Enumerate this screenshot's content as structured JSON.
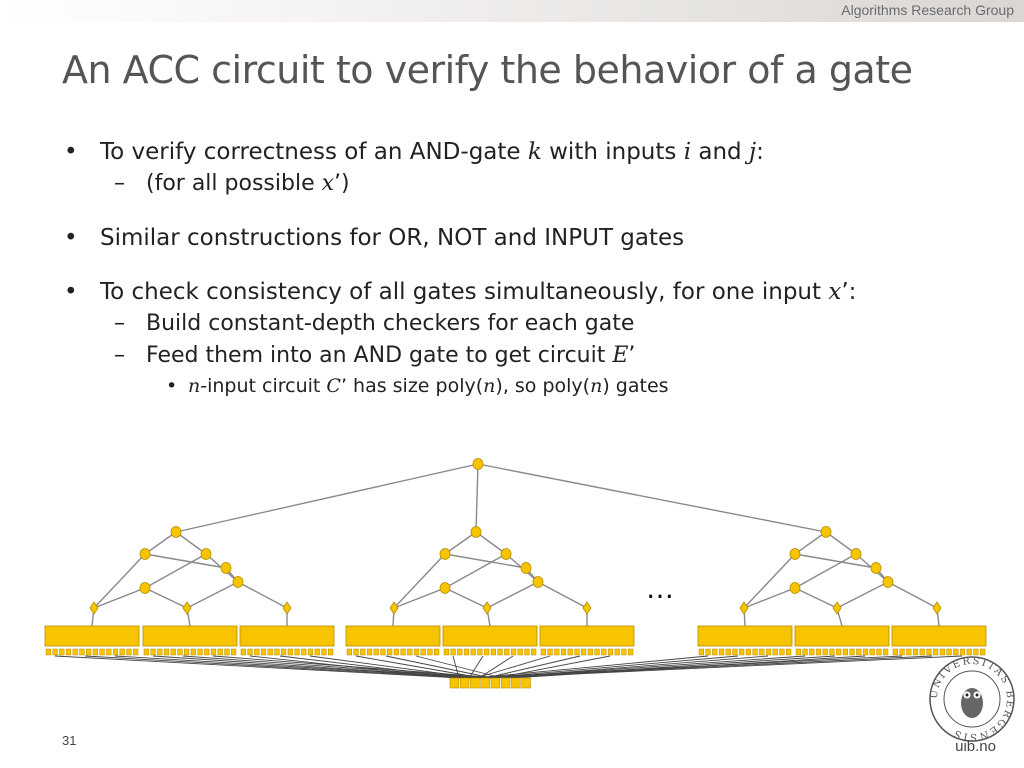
{
  "header": {
    "group": "Algorithms Research Group",
    "title": "An ACC circuit to verify the behavior of a gate"
  },
  "bullets": {
    "b1": {
      "pre": "To verify correctness of an AND-gate ",
      "k": "k",
      "mid": " with inputs ",
      "i": "i",
      "and": " and ",
      "j": "j",
      "post": ":"
    },
    "b1_sub": {
      "pre": "(for all possible ",
      "x": "x",
      "post": "’)"
    },
    "b2": {
      "text": "Similar constructions for OR, NOT and INPUT gates"
    },
    "b3": {
      "pre": "To check consistency of all gates simultaneously, for one input ",
      "x": "x",
      "post": "’:"
    },
    "b3_sub1": {
      "text": "Build constant-depth checkers for each gate"
    },
    "b3_sub2": {
      "pre": "Feed them into an AND gate to get circuit ",
      "E": "E",
      "post": "’"
    },
    "b3_subsub": {
      "n1": "n",
      "p1": "-input circuit ",
      "C": "C",
      "p2": "’ has size poly(",
      "n2": "n",
      "p3": "), so poly(",
      "n3": "n",
      "p4": ") gates"
    }
  },
  "diagram": {
    "ellipsis": "…"
  },
  "footer": {
    "page": "31",
    "site": "uib.no",
    "seal_text": "UNIVERSITAS BERGENSIS"
  },
  "colors": {
    "node": "#f8c400",
    "node_stroke": "#b58c00",
    "line": "#8a8a8a"
  }
}
